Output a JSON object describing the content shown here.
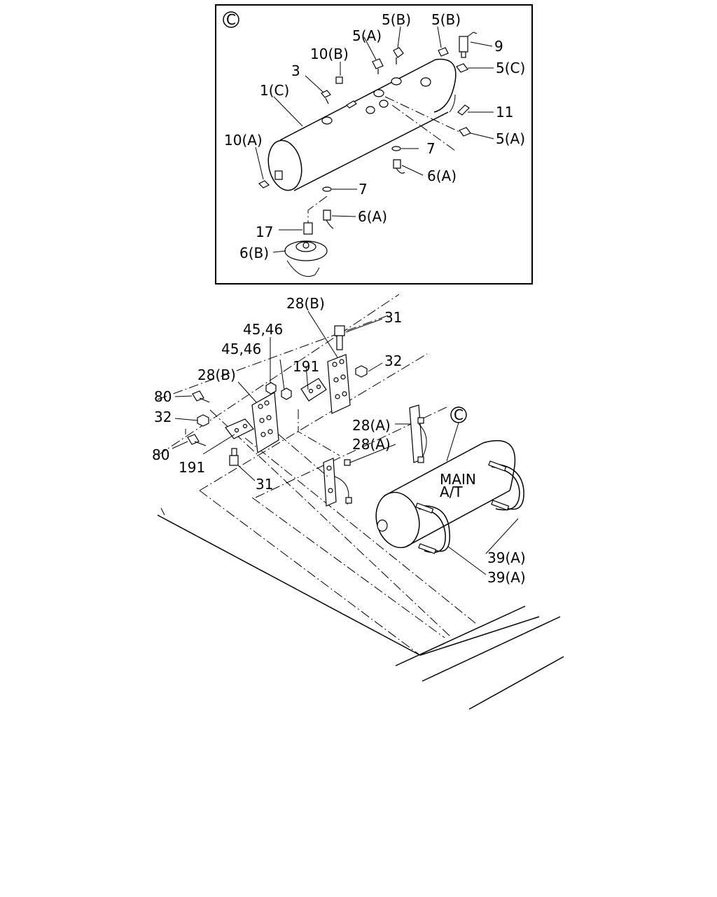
{
  "detail": {
    "marker": "C",
    "labels": {
      "p5b_1": "5(B)",
      "p5b_2": "5(B)",
      "p5a_top": "5(A)",
      "p10b": "10(B)",
      "p9": "9",
      "p3": "3",
      "p5c": "5(C)",
      "p1c": "1(C)",
      "p11": "11",
      "p10a": "10(A)",
      "p5a_right": "5(A)",
      "p7_right": "7",
      "p6a_right": "6(A)",
      "p7_mid": "7",
      "p6a_mid": "6(A)",
      "p17": "17",
      "p6b": "6(B)"
    }
  },
  "main": {
    "marker": "C",
    "tank_text_1": "MAIN",
    "tank_text_2": "A/T",
    "labels": {
      "p28b_top": "28(B)",
      "p31_top": "31",
      "p45_1": "45,46",
      "p45_2": "45,46",
      "p191_top": "191",
      "p32_right": "32",
      "p28b_left": "28(B)",
      "p80_top": "80",
      "p32_left": "32",
      "p28a_1": "28(A)",
      "p28a_2": "28(A)",
      "p80_bottom": "80",
      "p191_bottom": "191",
      "p31_bottom": "31",
      "p39a_1": "39(A)",
      "p39a_2": "39(A)"
    }
  }
}
